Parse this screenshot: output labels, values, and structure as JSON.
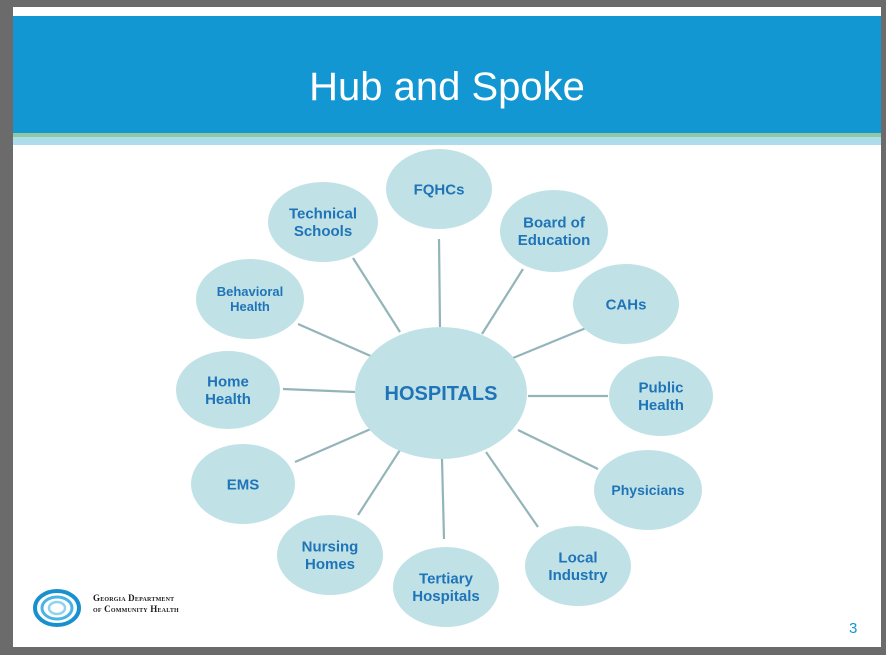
{
  "slide": {
    "title": "Hub and Spoke",
    "page_number": "3"
  },
  "diagram": {
    "hub": "HOSPITALS",
    "spokes": [
      {
        "lines": [
          "FQHCs"
        ]
      },
      {
        "lines": [
          "Board of",
          "Education"
        ]
      },
      {
        "lines": [
          "CAHs"
        ]
      },
      {
        "lines": [
          "Public",
          "Health"
        ]
      },
      {
        "lines": [
          "Physicians"
        ]
      },
      {
        "lines": [
          "Local",
          "Industry"
        ]
      },
      {
        "lines": [
          "Tertiary",
          "Hospitals"
        ]
      },
      {
        "lines": [
          "Nursing",
          "Homes"
        ]
      },
      {
        "lines": [
          "EMS"
        ]
      },
      {
        "lines": [
          "Home",
          "Health"
        ]
      },
      {
        "lines": [
          "Behavioral",
          "Health"
        ]
      },
      {
        "lines": [
          "Technical",
          "Schools"
        ]
      }
    ],
    "colors": {
      "node_fill": "#c0e2e6",
      "node_text": "#1f74b8",
      "connector": "#93b5b9"
    }
  },
  "logo": {
    "line1": "Georgia Department",
    "line2": "of Community Health"
  }
}
